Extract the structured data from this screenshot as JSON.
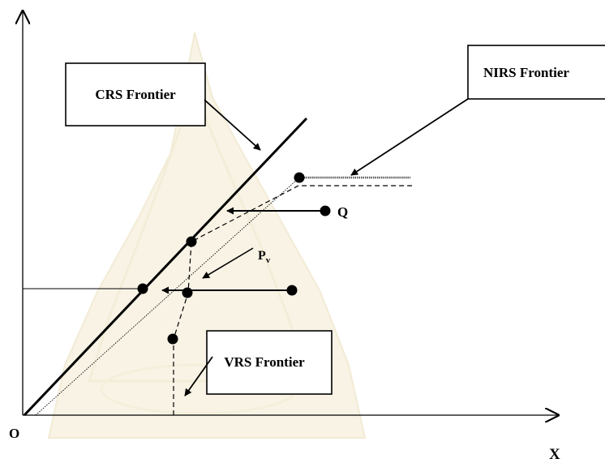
{
  "labels": {
    "crs_frontier": "CRS Frontier",
    "nirs_frontier": "NIRS Frontier",
    "vrs_frontier": "VRS Frontier",
    "origin": "O",
    "x_axis": "X",
    "point_q": "Q",
    "point_pv_main": "P",
    "point_pv_sub": "v"
  },
  "colors": {
    "ink": "#000000",
    "watermark": "#f0e6c4",
    "background": "#ffffff"
  }
}
